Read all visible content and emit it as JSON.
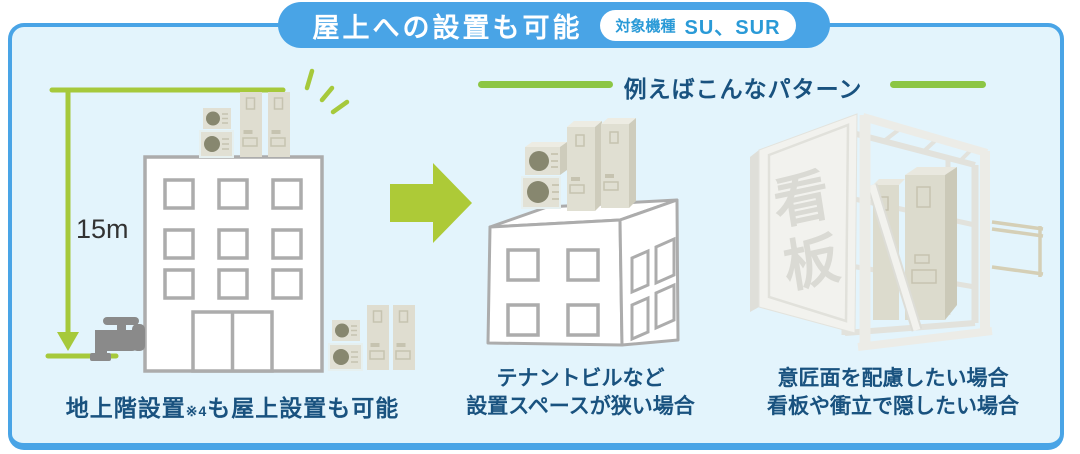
{
  "banner": {
    "title": "屋上への設置も可能",
    "badge_label": "対象機種",
    "badge_models": "SU、SUR"
  },
  "section_title": "例えばこんなパターン",
  "left": {
    "height_label": "15m",
    "caption_part1": "地上階設置",
    "caption_note": "※4",
    "caption_part2": "も屋上設置も可能"
  },
  "middle": {
    "caption_line1": "テナントビルなど",
    "caption_line2": "設置スペースが狭い場合"
  },
  "right": {
    "sign_text": "看板",
    "caption_line1": "意匠面を配慮したい場合",
    "caption_line2": "看板や衝立で隠したい場合"
  },
  "colors": {
    "banner_blue": "#49A4E6",
    "card_background": "#E3F4FC",
    "text_blue": "#19527F",
    "accent_green": "#A6C93B",
    "rule_green": "#8CC644",
    "equipment_beige": "#DFDDD0",
    "outline_gray": "#ACACAC"
  }
}
